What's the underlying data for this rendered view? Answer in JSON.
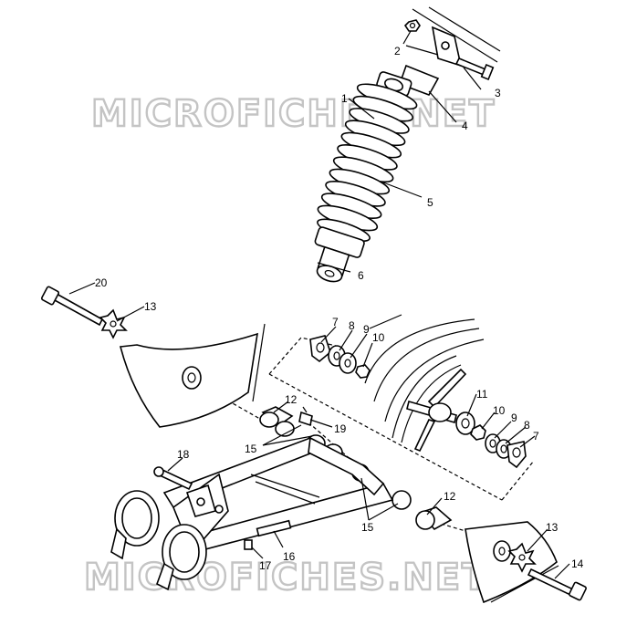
{
  "watermarks": {
    "top": "MICROFICHES.NET",
    "bottom": "MICROFICHES.NET"
  },
  "callouts": {
    "c1": "1",
    "c2": "2",
    "c3": "3",
    "c4": "4",
    "c5": "5",
    "c6": "6",
    "c7a": "7",
    "c8a": "8",
    "c9a": "9",
    "c10a": "10",
    "c11": "11",
    "c10b": "10",
    "c9b": "9",
    "c8b": "8",
    "c7b": "7",
    "c12a": "12",
    "c19": "19",
    "c15a": "15",
    "c18": "18",
    "c20": "20",
    "c13a": "13",
    "c12b": "12",
    "c15b": "15",
    "c13b": "13",
    "c14": "14",
    "c16": "16",
    "c17": "17"
  },
  "colors": {
    "line": "#000000",
    "background": "#ffffff",
    "watermark_stroke": "#c4c4c4"
  }
}
